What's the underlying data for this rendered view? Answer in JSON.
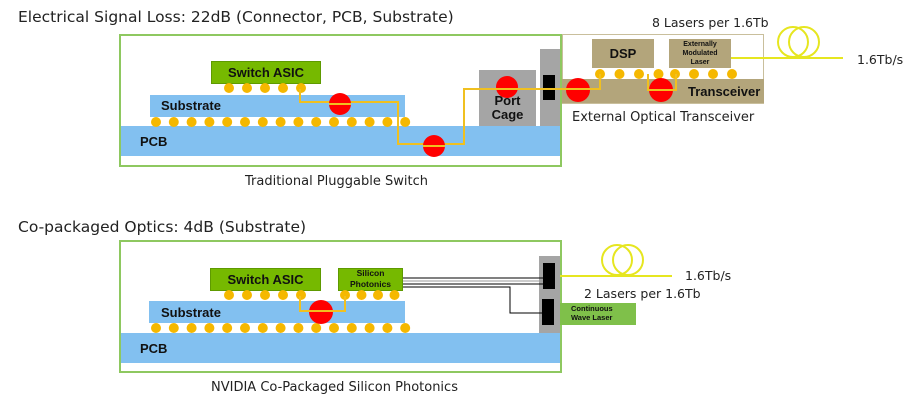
{
  "top": {
    "title": "Electrical Signal Loss: 22dB (Connector, PCB, Substrate)",
    "caption": "Traditional Pluggable Switch",
    "switch_asic": "Switch ASIC",
    "substrate": "Substrate",
    "pcb": "PCB",
    "port_cage_line1": "Port",
    "port_cage_line2": "Cage",
    "dsp": "DSP",
    "eml_line1": "Externally",
    "eml_line2": "Modulated",
    "eml_line3": "Laser",
    "transceiver": "Transceiver",
    "transceiver_caption": "External Optical Transceiver",
    "lasers_note": "8 Lasers per 1.6Tb",
    "rate": "1.6Tb/s"
  },
  "bottom": {
    "title": "Co-packaged Optics: 4dB (Substrate)",
    "caption": "NVIDIA Co-Packaged Silicon Photonics",
    "switch_asic": "Switch ASIC",
    "silicon_photonics_line1": "Silicon",
    "silicon_photonics_line2": "Photonics",
    "substrate": "Substrate",
    "pcb": "PCB",
    "cwl_line1": "Continuous",
    "cwl_line2": "Wave Laser",
    "lasers_note": "2 Lasers per 1.6Tb",
    "rate": "1.6Tb/s"
  },
  "colors": {
    "frame": "#8ec860",
    "pcb": "#82c0f0",
    "asic": "#76b900",
    "bump": "#f5b800",
    "loss_point": "#ff0000",
    "trace": "#f0c020",
    "fiber": "#e6e620",
    "transceiver": "#b3a57b",
    "cage": "#a5a5a5"
  }
}
